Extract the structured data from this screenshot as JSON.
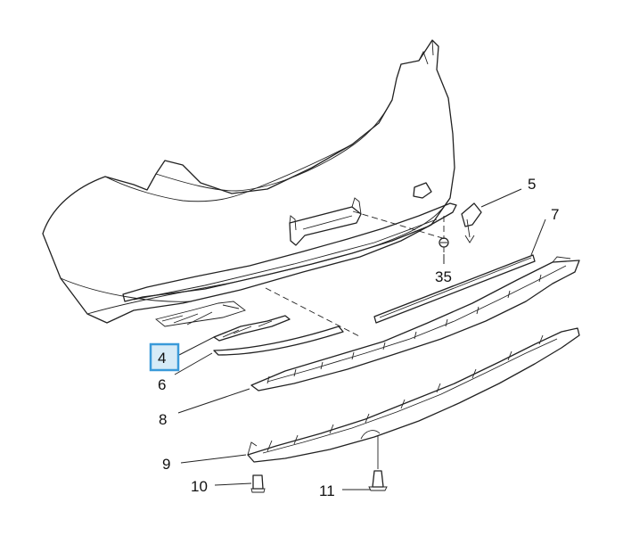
{
  "callouts": [
    {
      "id": "p5",
      "label": "5"
    },
    {
      "id": "p7",
      "label": "7"
    },
    {
      "id": "p35",
      "label": "35"
    },
    {
      "id": "p4",
      "label": "4",
      "highlighted": true
    },
    {
      "id": "p6",
      "label": "6"
    },
    {
      "id": "p8",
      "label": "8"
    },
    {
      "id": "p9",
      "label": "9"
    },
    {
      "id": "p10",
      "label": "10"
    },
    {
      "id": "p11",
      "label": "11"
    }
  ],
  "colors": {
    "line": "#222222",
    "highlight_fill": "#d6ebf7",
    "highlight_stroke": "#3a9ad9"
  }
}
